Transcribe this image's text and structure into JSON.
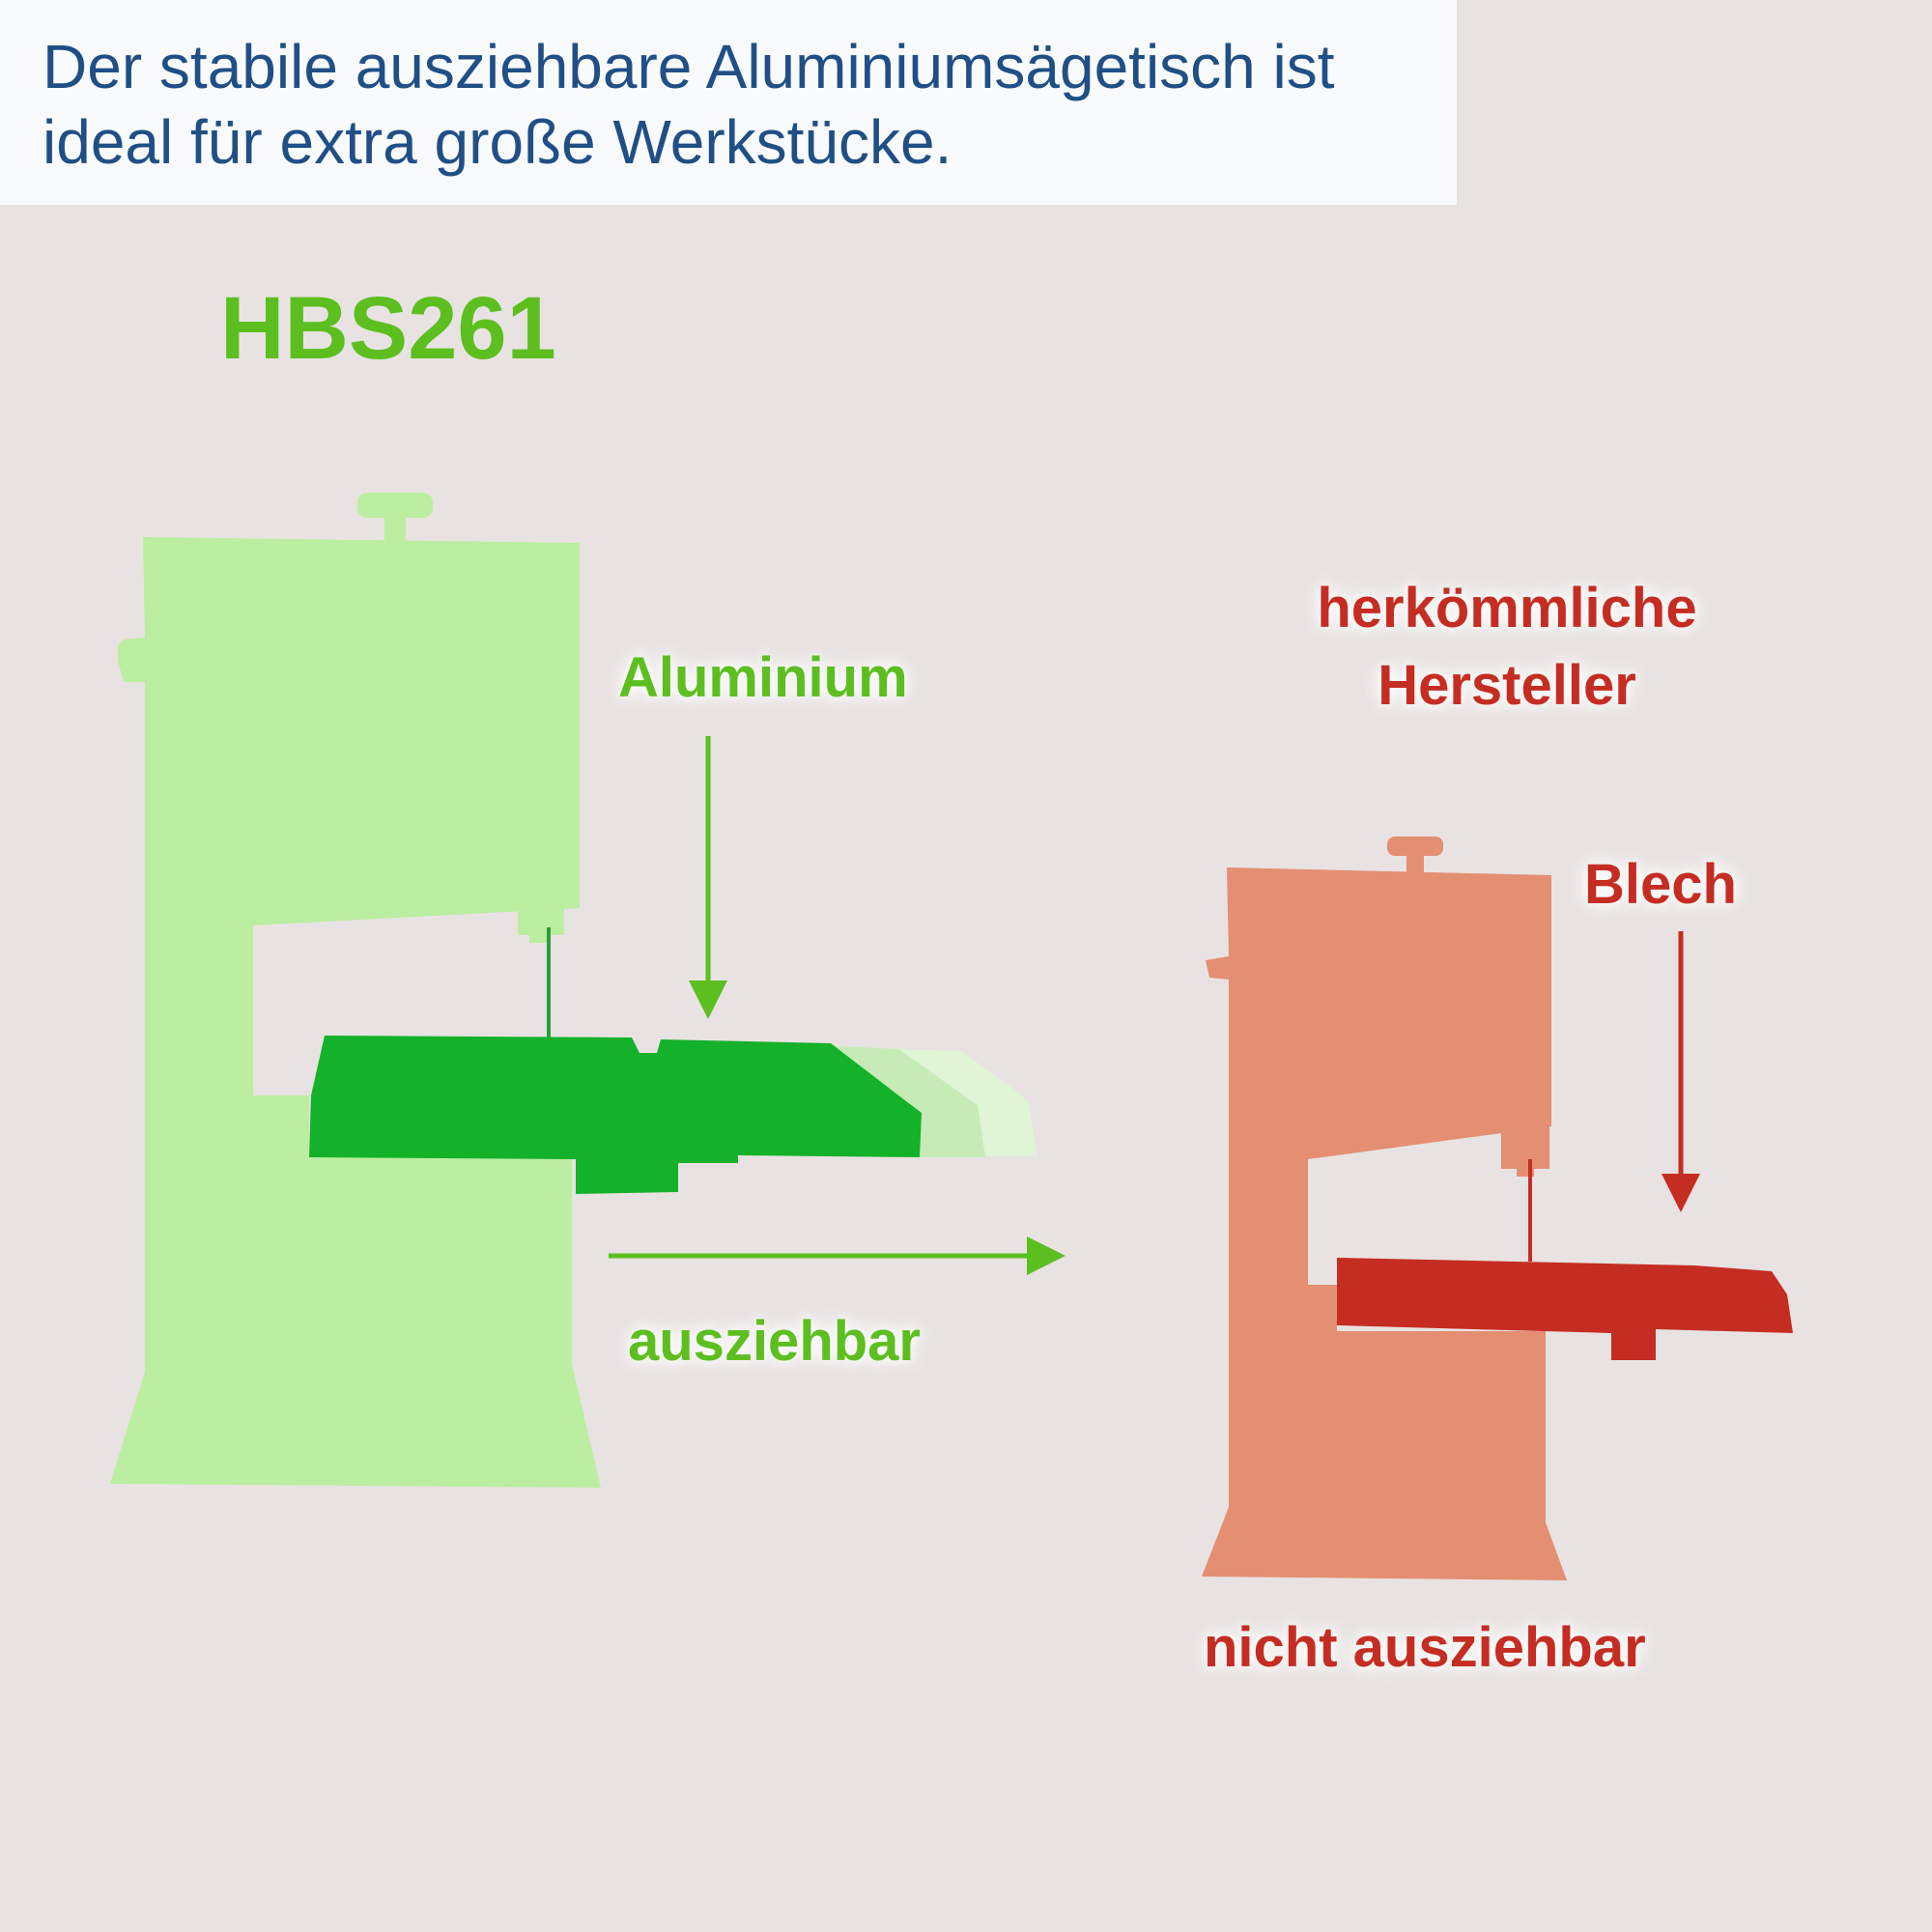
{
  "headline": "Der stabile ausziehbare Aluminiumsägetisch ist ideal für extra große Werkstücke.",
  "product": {
    "model": "HBS261",
    "table_material": "Aluminium",
    "table_feature": "ausziehbar"
  },
  "comparison": {
    "title": "herkömmliche Hersteller",
    "table_material": "Blech",
    "table_feature": "nicht ausziehbar"
  },
  "colors": {
    "background": "#e8e3e2",
    "header_background": "#f9fafb",
    "headline_text": "#1f4f86",
    "product_accent": "#5cbf1f",
    "product_machine": "#bbeea0",
    "product_table": "#14b12a",
    "comparison_accent": "#c52d22",
    "comparison_machine": "#e48e72",
    "comparison_table": "#c52d22"
  },
  "icons": {
    "product_machine": "bandsaw-silhouette-icon",
    "comparison_machine": "bandsaw-silhouette-icon",
    "material_pointer": "arrow-down-icon",
    "extension_pointer": "arrow-right-icon"
  }
}
